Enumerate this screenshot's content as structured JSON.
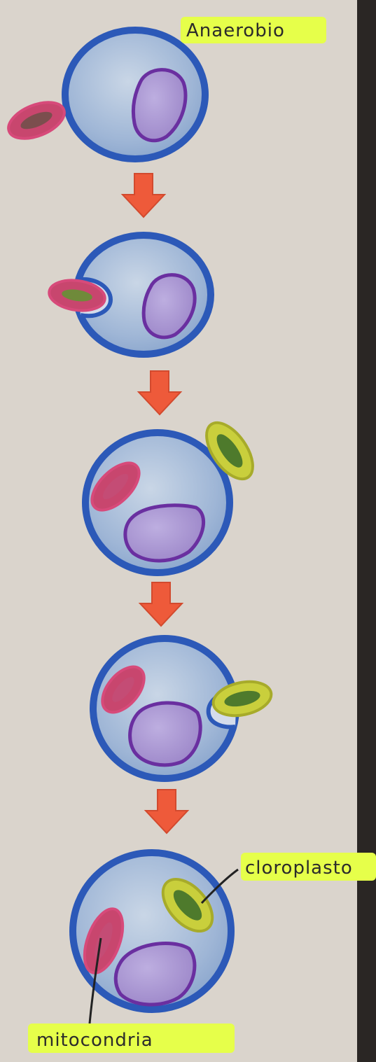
{
  "labels": {
    "top_label": "Anaerobio",
    "chloroplast_label": "cloroplasto",
    "mitochondria_label": "mitocondria"
  },
  "colors": {
    "paper": "#dad4cc",
    "right_edge": "#2a2624",
    "cell_membrane": "#2c59b8",
    "cytoplasm": "#a9bfd9",
    "nucleus_fill": "#aa95d2",
    "nucleus_outline": "#6a2fa0",
    "mitochondrion_fill": "#c8466e",
    "mitochondrion_inner": "#7b4e4e",
    "chloroplast_fill": "#c9cf3c",
    "chloroplast_inner": "#4e7a2c",
    "arrow": "#ee5a3a",
    "label_highlight": "#e6ff4a"
  },
  "stages": [
    {
      "step": 1,
      "mitochondrion": "outside",
      "chloroplast": "absent"
    },
    {
      "step": 2,
      "mitochondrion": "entering",
      "chloroplast": "absent"
    },
    {
      "step": 3,
      "mitochondrion": "inside",
      "chloroplast": "outside"
    },
    {
      "step": 4,
      "mitochondrion": "inside",
      "chloroplast": "entering"
    },
    {
      "step": 5,
      "mitochondrion": "inside",
      "chloroplast": "inside"
    }
  ]
}
